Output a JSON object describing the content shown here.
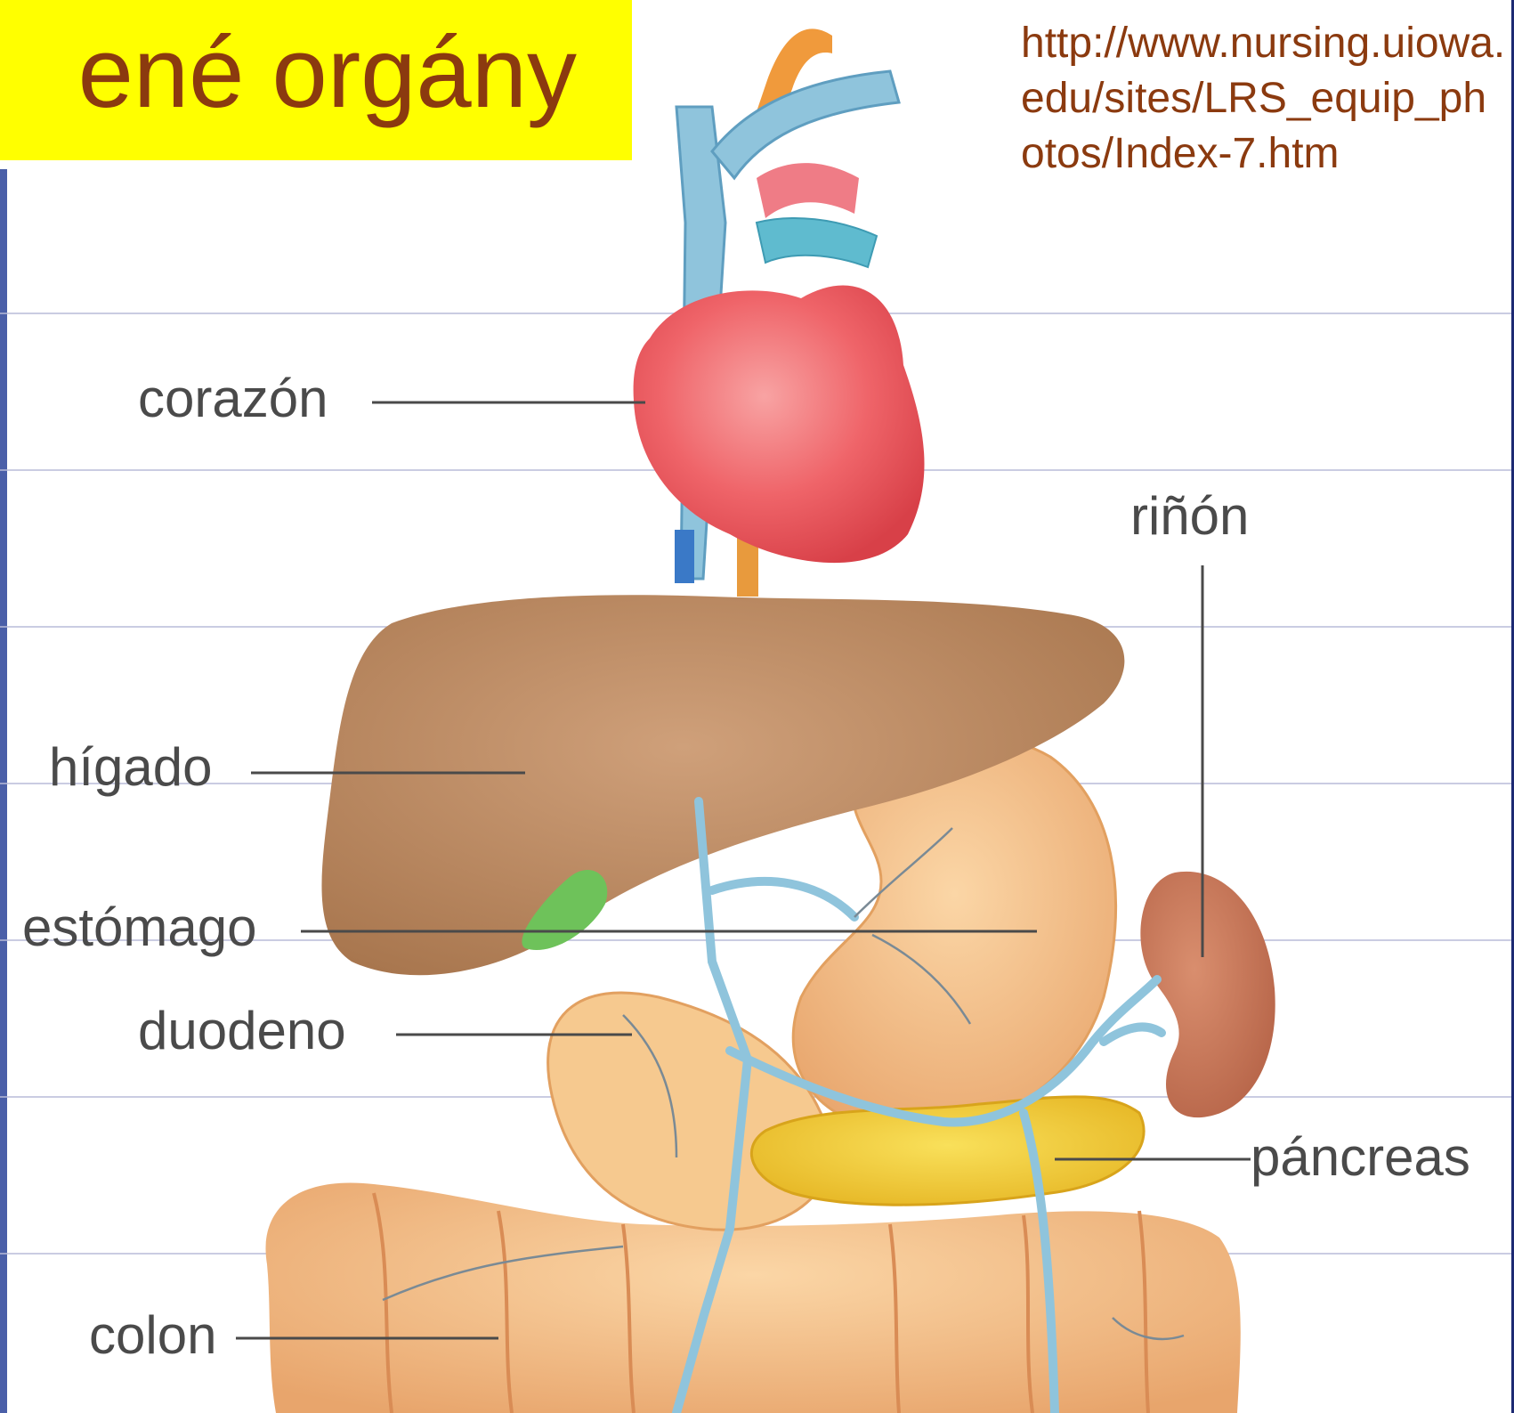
{
  "slide": {
    "title": "ené orgány",
    "source_url": "http://www.nursing.uiowa.edu/sites/LRS_equip_photos/Index-7.htm"
  },
  "diagram": {
    "labels": {
      "heart": "corazón",
      "kidney": "riñón",
      "liver": "hígado",
      "stomach": "estómago",
      "duodenum": "duodeno",
      "pancreas": "páncreas",
      "colon": "colon"
    }
  },
  "colors": {
    "title_background": "#ffff00",
    "title_text": "#8b3a0f",
    "heart": "#ee5b60",
    "liver": "#c0906a",
    "pancreas": "#f2c733",
    "kidney": "#c4765a",
    "vessels": "#8fc4dc",
    "label_text": "#4a4a4a"
  }
}
